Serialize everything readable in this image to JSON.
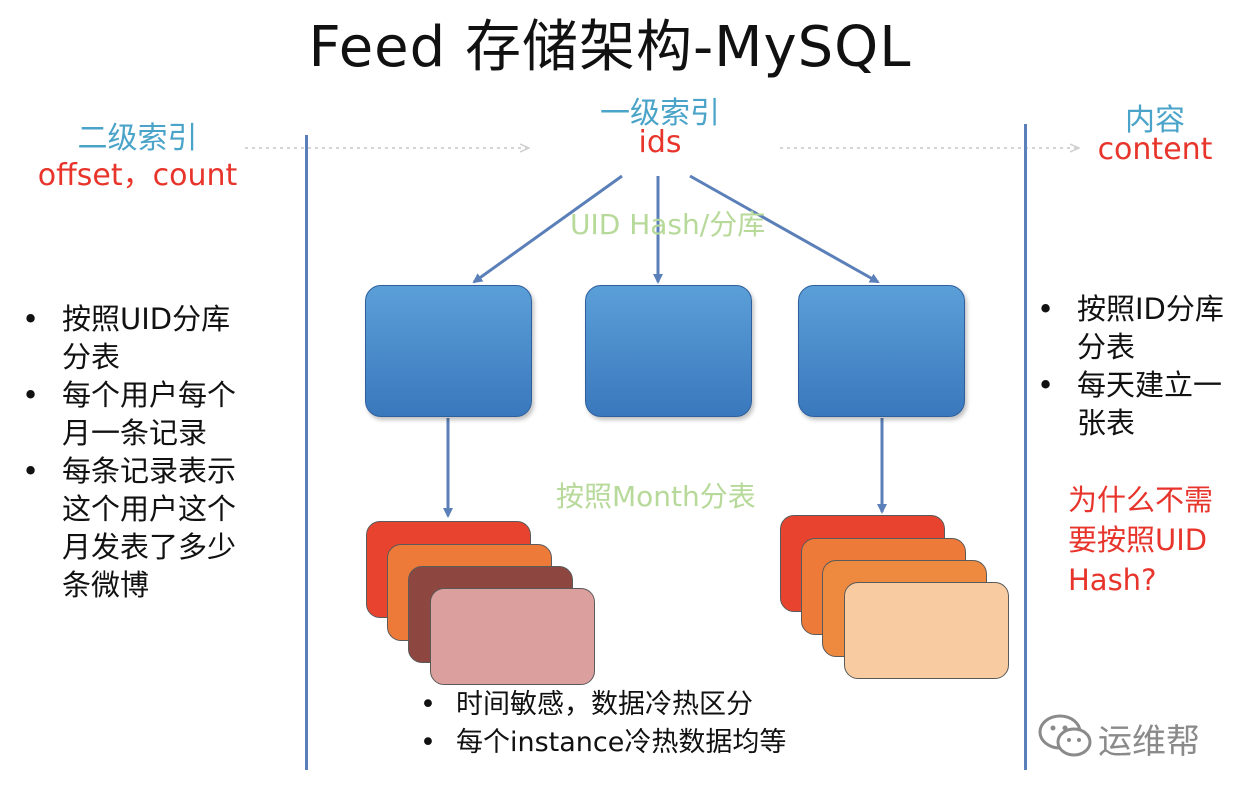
{
  "title": "Feed 存储架构-MySQL",
  "left_header": {
    "cn": "二级索引",
    "en": "offset，count"
  },
  "center_header": {
    "cn": "一级索引",
    "en": "ids"
  },
  "right_header": {
    "cn": "内容",
    "en": "content"
  },
  "hash_label": "UID Hash/分库",
  "month_label": "按照Month分表",
  "left_bullets": [
    {
      "line1": "按照UID分库",
      "line2": "分表"
    },
    {
      "line1": "每个用户每个",
      "line2": "月一条记录"
    },
    {
      "line1": "每条记录表示",
      "line2": "这个用户这个",
      "line3": "月发表了多少",
      "line4": "条微博"
    }
  ],
  "right_bullets": [
    {
      "line1": "按照ID分库",
      "line2": "分表"
    },
    {
      "line1": "每天建立一",
      "line2": "张表"
    }
  ],
  "right_question": {
    "line1": "为什么不需",
    "line2": "要按照UID",
    "line3": "Hash?"
  },
  "bottom_bullets": [
    "时间敏感，数据冷热区分",
    "每个instance冷热数据均等"
  ],
  "bullet_symbol": "•",
  "watermark": "运维帮",
  "colors": {
    "header_blue": "#4aa3c8",
    "header_red": "#e8352c",
    "box_blue": "#4a8dd0",
    "label_green": "#b7d99a",
    "stack_left": [
      "#e8432f",
      "#ee7a3a",
      "#8e4640",
      "#dba09d"
    ],
    "stack_right": [
      "#e8432f",
      "#ee7a3a",
      "#ee8a3f",
      "#f8cba0"
    ]
  },
  "icons": [
    "wechat-icon"
  ]
}
